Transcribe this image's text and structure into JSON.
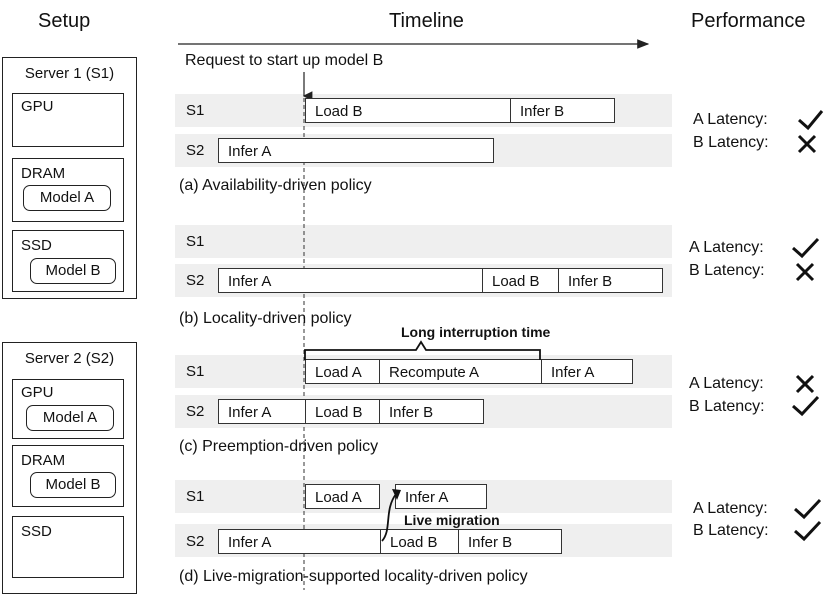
{
  "headers": {
    "setup": "Setup",
    "timeline": "Timeline",
    "performance": "Performance"
  },
  "request_label": "Request to start up model B",
  "servers": [
    {
      "title": "Server 1 (S1)",
      "gpu": "GPU",
      "dram": "DRAM",
      "dram_model": "Model A",
      "ssd": "SSD",
      "ssd_model": "Model B"
    },
    {
      "title": "Server 2 (S2)",
      "gpu": "GPU",
      "gpu_model": "Model A",
      "dram": "DRAM",
      "dram_model": "Model B",
      "ssd": "SSD"
    }
  ],
  "lane_labels": {
    "s1": "S1",
    "s2": "S2"
  },
  "tasks": {
    "load_b": "Load B",
    "infer_b": "Infer B",
    "infer_a": "Infer A",
    "load_a": "Load A",
    "recompute_a": "Recompute A"
  },
  "policies": [
    {
      "caption": "(a) Availability-driven policy",
      "a_latency": "A Latency:",
      "a_ok": true,
      "b_latency": "B Latency:",
      "b_ok": false
    },
    {
      "caption": "(b) Locality-driven policy",
      "a_latency": "A Latency:",
      "a_ok": true,
      "b_latency": "B Latency:",
      "b_ok": false
    },
    {
      "caption": "(c) Preemption-driven policy",
      "a_latency": "A Latency:",
      "a_ok": false,
      "b_latency": "B Latency:",
      "b_ok": true
    },
    {
      "caption": "(d) Live-migration-supported locality-driven policy",
      "a_latency": "A Latency:",
      "a_ok": true,
      "b_latency": "B Latency:",
      "b_ok": true
    }
  ],
  "annotations": {
    "long_interruption": "Long interruption time",
    "live_migration": "Live migration"
  },
  "icons": {
    "ok": "check-icon",
    "bad": "cross-icon"
  }
}
